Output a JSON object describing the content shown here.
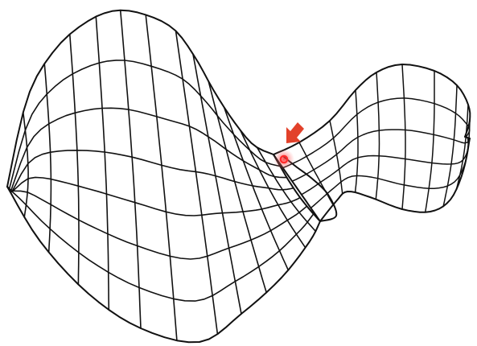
{
  "figure": {
    "type": "saddle-surface-wireframe",
    "mesh_color": "#111111",
    "background_color": "#ffffff",
    "marker": {
      "name": "saddle-point",
      "color": "#ff2a2a",
      "arrow_color": "#e2412a",
      "arrow_direction": "down-left"
    }
  }
}
